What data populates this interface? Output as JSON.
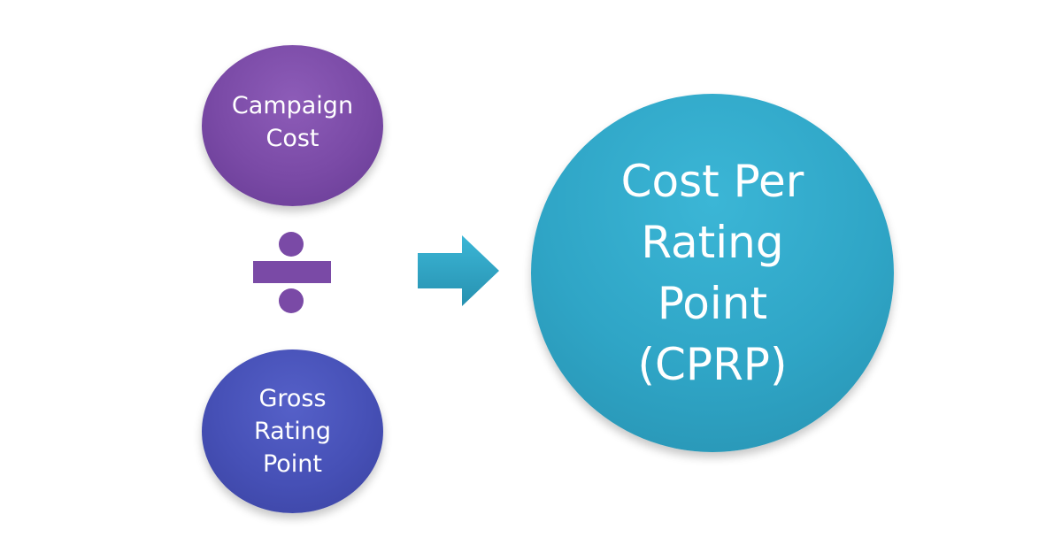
{
  "diagram": {
    "numerator": {
      "lines": [
        "Campaign",
        "Cost"
      ],
      "color": "#7a4aa6"
    },
    "operator": {
      "icon": "divide-icon",
      "color": "#7a4aa6"
    },
    "denominator": {
      "lines": [
        "Gross",
        "Rating",
        "Point"
      ],
      "color": "#4650b6"
    },
    "connector": {
      "icon": "right-arrow-icon",
      "color": "#2fa5c6"
    },
    "result": {
      "lines": [
        "Cost Per",
        "Rating",
        "Point",
        "(CPRP)"
      ],
      "color": "#2fa5c6"
    }
  }
}
